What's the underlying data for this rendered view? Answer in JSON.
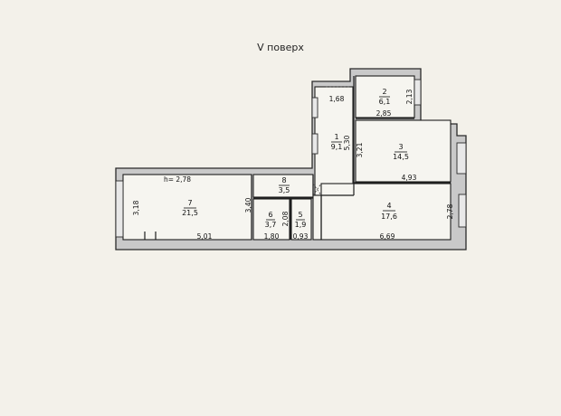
{
  "title": "V поверх",
  "rooms": [
    {
      "num": "1",
      "area": "9,1"
    },
    {
      "num": "2",
      "area": "6,1"
    },
    {
      "num": "3",
      "area": "14,5"
    },
    {
      "num": "4",
      "area": "17,6"
    },
    {
      "num": "5",
      "area": "1,9"
    },
    {
      "num": "6",
      "area": "3,7"
    },
    {
      "num": "7",
      "area": "21,5"
    },
    {
      "num": "8",
      "area": "3,5"
    }
  ],
  "dimensions": {
    "hall_width": "1,68",
    "hall_length": "5,30",
    "room2_width": "2,85",
    "room2_depth": "2,13",
    "room3_depth": "3,21",
    "room3_width": "4,93",
    "room4_depth": "2,78",
    "room4_width": "6,69",
    "room7_width": "5,01",
    "room7_depth": "3,18",
    "room6_width": "1,80",
    "room6_depth": "2,08",
    "room5_width": "0,93",
    "corridor_depth": "3,40",
    "ceiling_height": "h= 2,78"
  }
}
